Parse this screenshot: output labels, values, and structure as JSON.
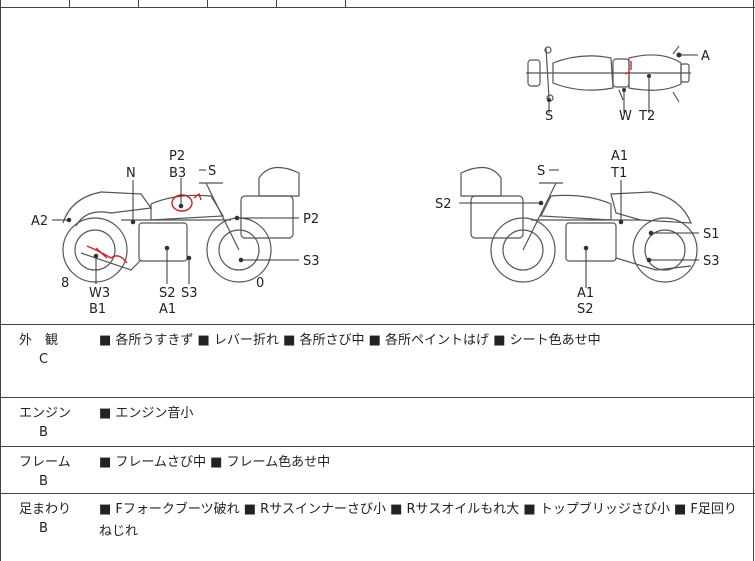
{
  "diagram": {
    "top_view": {
      "labels": {
        "A": "A",
        "S": "S",
        "W": "W",
        "T2": "T2"
      }
    },
    "left_view": {
      "labels": {
        "P2_top": "P2",
        "B3": "B3",
        "S_top": "S",
        "N": "N",
        "A2": "A2",
        "P2_right": "P2",
        "S3_right": "S3",
        "num8": "8",
        "W3": "W3",
        "B1": "B1",
        "S2": "S2",
        "S3_bottom": "S3",
        "A1": "A1",
        "num0": "0"
      }
    },
    "right_view": {
      "labels": {
        "S_top": "S",
        "A1_top": "A1",
        "T1": "T1",
        "S2_left": "S2",
        "S1": "S1",
        "S3": "S3",
        "A1_bottom": "A1",
        "S2_bottom": "S2"
      }
    },
    "colors": {
      "line": "#555555",
      "damage_mark": "#cc2222"
    }
  },
  "sections": [
    {
      "category": "外　観",
      "grade": "C",
      "notes": "■ 各所うすきず ■ レバー折れ ■ 各所さび中 ■ 各所ペイントはげ ■ シート色あせ中"
    },
    {
      "category": "エンジン",
      "grade": "B",
      "notes": "■ エンジン音小"
    },
    {
      "category": "フレーム",
      "grade": "B",
      "notes": "■ フレームさび中 ■ フレーム色あせ中"
    },
    {
      "category": "足まわり",
      "grade": "B",
      "notes": "■ Fフォークブーツ破れ ■ Rサスインナーさび小 ■ Rサスオイルもれ大 ■ トップブリッジさび小 ■ F足回りねじれ"
    }
  ]
}
